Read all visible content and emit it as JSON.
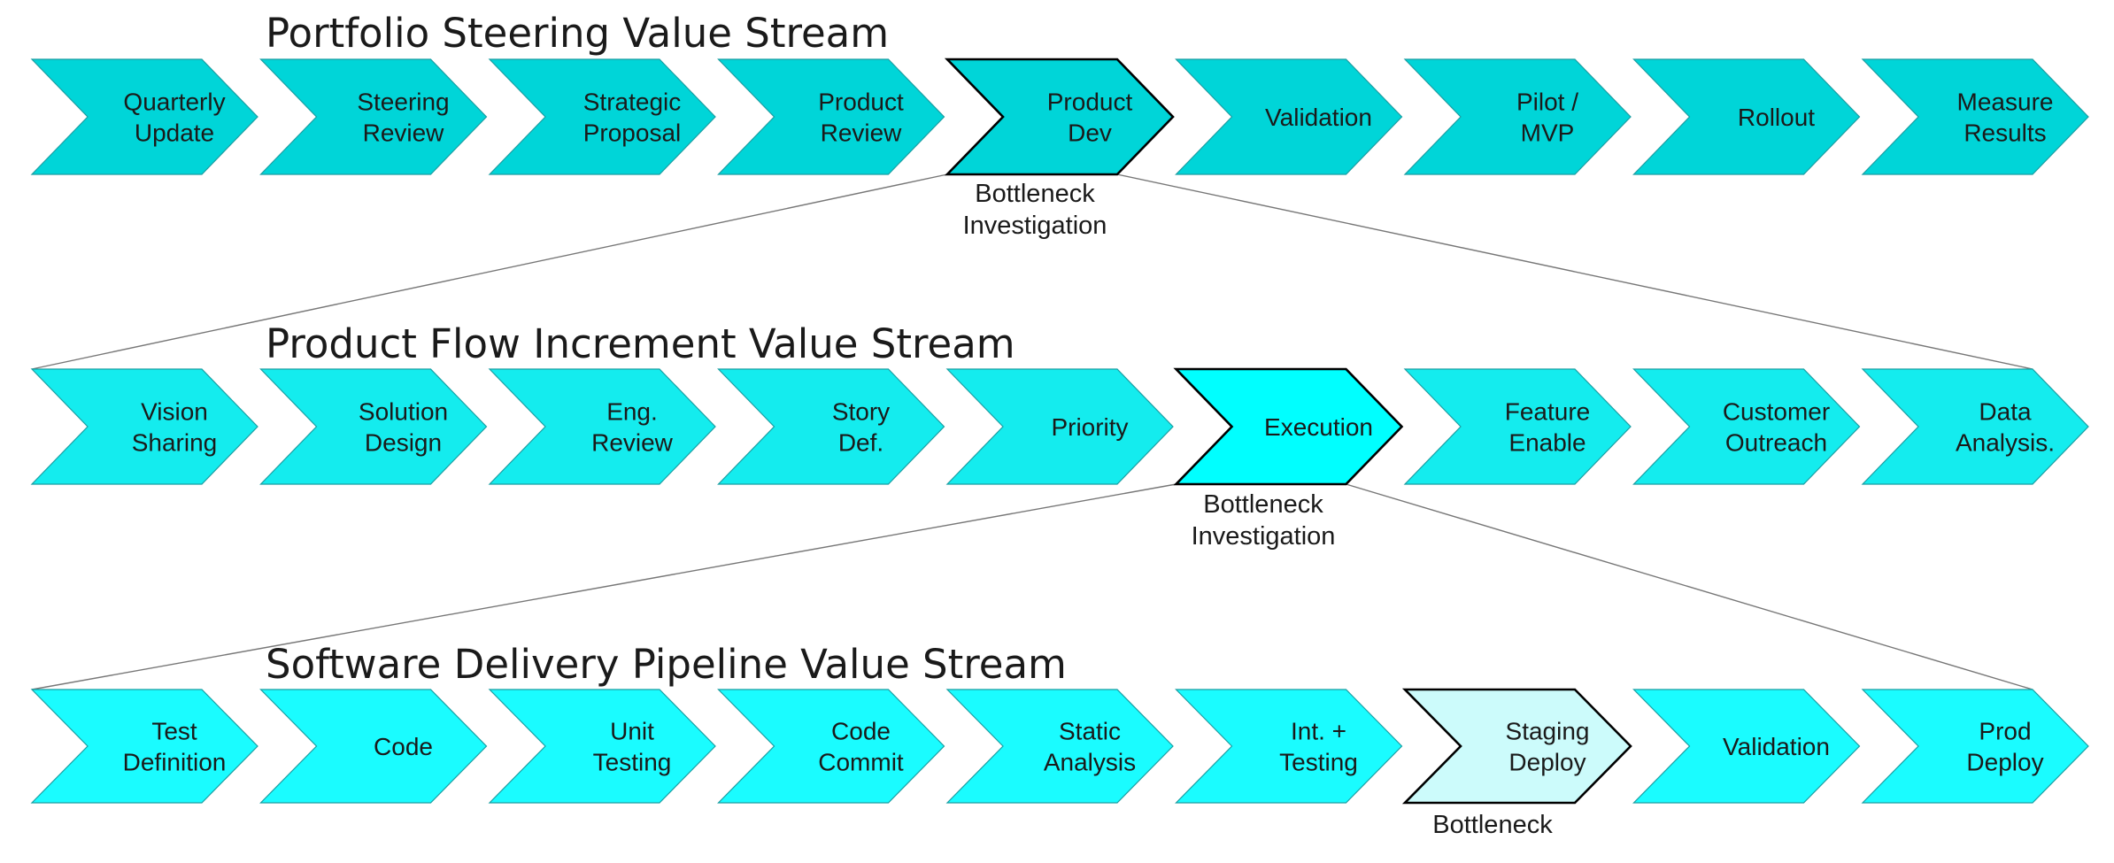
{
  "colors": {
    "row1_fill": "#00D5D8",
    "row2_fill": "#14ECEE",
    "row2_highlight_fill": "#00FFFF",
    "row3_fill": "#1AFCFF",
    "row3_highlight_fill": "#CCFBFB",
    "chevron_stroke": "#1A9EA2",
    "highlight_stroke": "#000000",
    "connector": "#777777"
  },
  "streams": [
    {
      "title": "Portfolio Steering Value Stream",
      "steps": [
        {
          "lines": [
            "Quarterly",
            "Update"
          ]
        },
        {
          "lines": [
            "Steering",
            "Review"
          ]
        },
        {
          "lines": [
            "Strategic",
            "Proposal"
          ]
        },
        {
          "lines": [
            "Product",
            "Review"
          ]
        },
        {
          "lines": [
            "Product",
            "Dev"
          ],
          "highlight": true
        },
        {
          "lines": [
            "Validation"
          ]
        },
        {
          "lines": [
            "Pilot /",
            "MVP"
          ]
        },
        {
          "lines": [
            "Rollout"
          ]
        },
        {
          "lines": [
            "Measure",
            "Results"
          ]
        }
      ],
      "note": {
        "line1": "Bottleneck",
        "line2": "Investigation"
      }
    },
    {
      "title": "Product Flow Increment Value Stream",
      "steps": [
        {
          "lines": [
            "Vision",
            "Sharing"
          ]
        },
        {
          "lines": [
            "Solution",
            "Design"
          ]
        },
        {
          "lines": [
            "Eng.",
            "Review"
          ]
        },
        {
          "lines": [
            "Story",
            "Def."
          ]
        },
        {
          "lines": [
            "Priority"
          ]
        },
        {
          "lines": [
            "Execution"
          ],
          "highlight": true
        },
        {
          "lines": [
            "Feature",
            "Enable"
          ]
        },
        {
          "lines": [
            "Customer",
            "Outreach"
          ]
        },
        {
          "lines": [
            "Data",
            "Analysis."
          ]
        }
      ],
      "note": {
        "line1": "Bottleneck",
        "line2": "Investigation"
      }
    },
    {
      "title": "Software Delivery Pipeline Value Stream",
      "steps": [
        {
          "lines": [
            "Test",
            "Definition"
          ]
        },
        {
          "lines": [
            "Code"
          ]
        },
        {
          "lines": [
            "Unit",
            "Testing"
          ]
        },
        {
          "lines": [
            "Code",
            "Commit"
          ]
        },
        {
          "lines": [
            "Static",
            "Analysis"
          ]
        },
        {
          "lines": [
            "Int. +",
            "Testing"
          ]
        },
        {
          "lines": [
            "Staging",
            "Deploy"
          ],
          "highlight": true
        },
        {
          "lines": [
            "Validation"
          ]
        },
        {
          "lines": [
            "Prod",
            "Deploy"
          ]
        }
      ],
      "note": {
        "line1": "Bottleneck",
        "line2": ""
      }
    }
  ]
}
